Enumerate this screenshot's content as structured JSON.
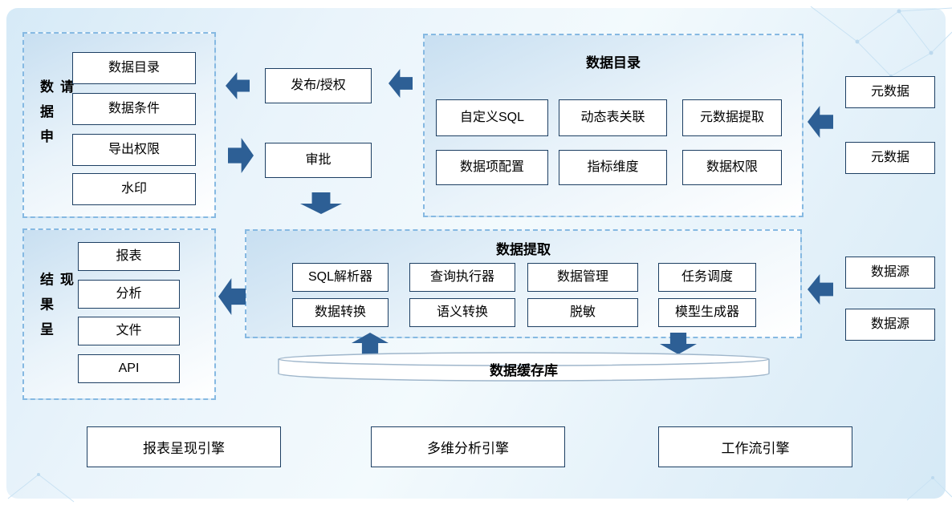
{
  "data_application": {
    "label": "数据申请",
    "items": [
      "数据目录",
      "数据条件",
      "导出权限",
      "水印"
    ]
  },
  "flow": {
    "publish": "发布/授权",
    "approve": "审批"
  },
  "data_catalog": {
    "title": "数据目录",
    "row1": [
      "自定义SQL",
      "动态表关联",
      "元数据提取"
    ],
    "row2": [
      "数据项配置",
      "指标维度",
      "数据权限"
    ]
  },
  "metadata": {
    "items": [
      "元数据",
      "元数据"
    ]
  },
  "data_extraction": {
    "title": "数据提取",
    "row1": [
      "SQL解析器",
      "查询执行器",
      "数据管理",
      "任务调度"
    ],
    "row2": [
      "数据转换",
      "语义转换",
      "脱敏",
      "模型生成器"
    ]
  },
  "sources": {
    "items": [
      "数据源",
      "数据源"
    ]
  },
  "result_presentation": {
    "label": "结果呈现",
    "items": [
      "报表",
      "分析",
      "文件",
      "API"
    ]
  },
  "cache": {
    "label": "数据缓存库"
  },
  "engines": {
    "items": [
      "报表呈现引擎",
      "多维分析引擎",
      "工作流引擎"
    ]
  },
  "colors": {
    "arrow": "#2d5f95",
    "box_border": "#1d3f63",
    "group_border": "#86b9e2"
  }
}
